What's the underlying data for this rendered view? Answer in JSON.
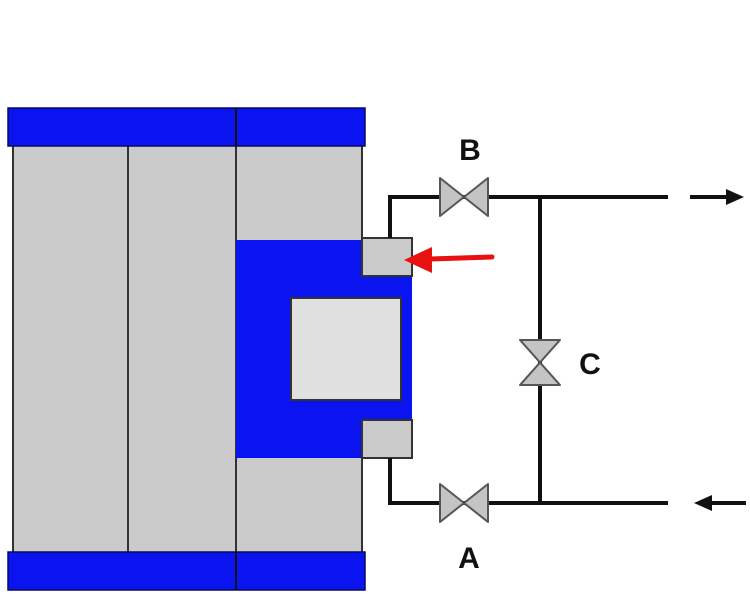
{
  "colors": {
    "frame_blue": "#0a14f0",
    "plate_gray": "#cbcbcb",
    "window_gray": "#e0e0e0",
    "pipe": "#111111",
    "valve_fill": "#c4c4c4",
    "valve_stroke": "#555555",
    "indicator_arrow": "#e81010",
    "flow_arrow": "#111111"
  },
  "labels": {
    "valve_a": "A",
    "valve_b": "B",
    "valve_c": "C"
  },
  "icons": {
    "valve": "butterfly-valve-icon",
    "indicator": "red-arrow-icon",
    "flow_out": "arrow-right-icon",
    "flow_in": "arrow-left-icon"
  }
}
